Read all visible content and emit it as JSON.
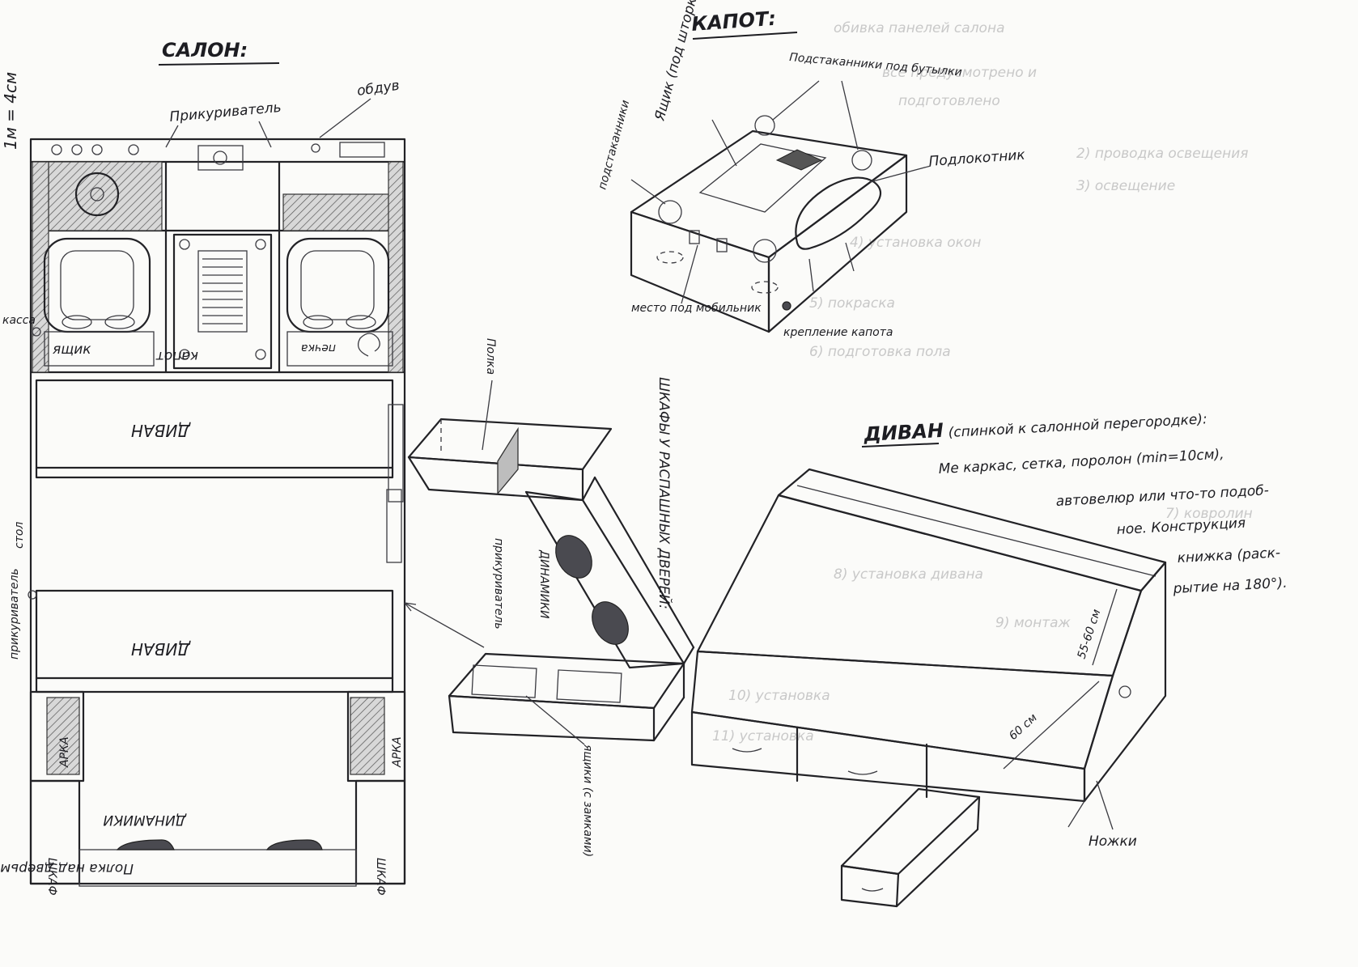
{
  "scale_note": "1м = 4см",
  "salon": {
    "heading": "САЛОН:",
    "labels": {
      "obduv": "обдув",
      "prikurivatel_top": "Прикуриватель",
      "kassa": "касса",
      "yaschik": "ящик",
      "kapot": "капот",
      "pechka": "печка",
      "divan_top": "ДИВАН",
      "divan_bottom": "ДИВАН",
      "stol": "стол",
      "prikurivatel_side": "прикуриватель",
      "arka_left": "АРКА",
      "arka_right": "АРКА",
      "dinamiki": "ДИНАМИКИ",
      "shkaf_left": "ШКАФ",
      "shkaf_right": "ШКАФ",
      "polka": "Полка над дверьми"
    }
  },
  "kapot": {
    "heading": "КАПОТ:",
    "labels": {
      "yaschik": "Ящик (под шторкой)",
      "podstakanniki_butylki": "Подстаканники под бутылки",
      "podstakanniki": "подстаканники",
      "podlokotnik": "Подлокотник",
      "mesto_mobilnik": "место под мобильник",
      "kreplenie": "крепление капота"
    }
  },
  "shkaf_dveri": {
    "heading": "ШКАФЫ У РАСПАШНЫХ ДВЕРЕЙ:",
    "labels": {
      "polka": "Полка",
      "dinamiki": "ДИНАМИКИ",
      "prikurivatel": "прикуриватель",
      "yaschiki": "ящики (с замками)"
    }
  },
  "divan": {
    "heading": "ДИВАН",
    "subheading": "(спинкой к салонной перегородке):",
    "spec_lines": [
      "Ме каркас, сетка, поролон (min=10см),",
      "автовелюр или что-то подоб-",
      "ное. Конструкция",
      "книжка (раск-",
      "рытие на 180°)."
    ],
    "dim_height": "55-60 см",
    "dim_depth": "60 см",
    "nozhki": "Ножки"
  },
  "bleed_through_text": [
    "обивка панелей салона",
    "всё предусмотрено и",
    "подготовлено",
    "2) проводка освещения",
    "3) освещение",
    "4) установка окон",
    "5) покраска",
    "6) подготовка пола",
    "7) ковролин",
    "8) установка дивана",
    "9) монтаж",
    "10) установка",
    "11) установка"
  ]
}
